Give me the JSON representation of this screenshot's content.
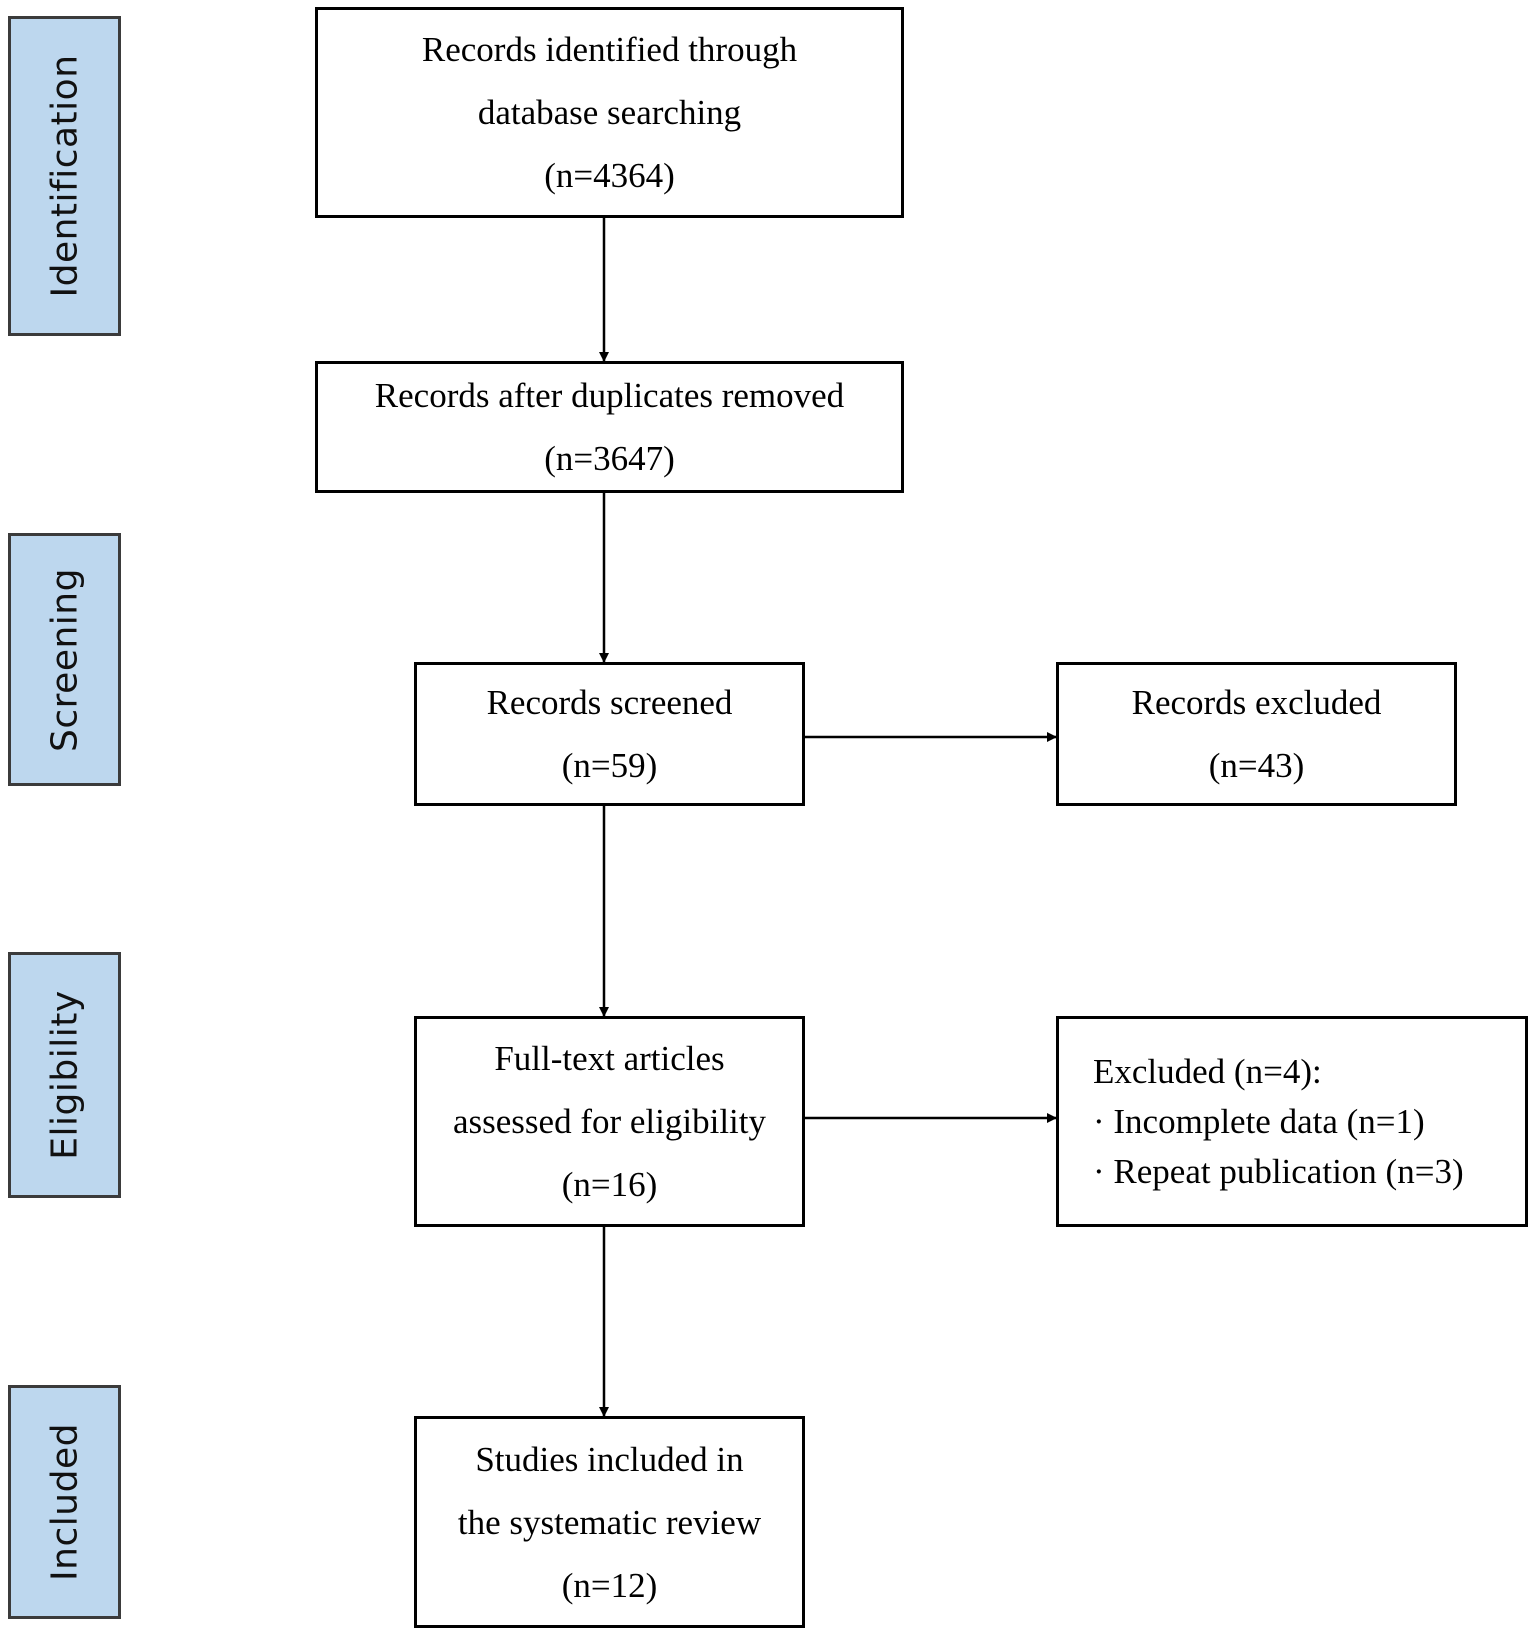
{
  "stages": {
    "identification": "Identification",
    "screening": "Screening",
    "eligibility": "Eligibility",
    "included": "Included"
  },
  "boxes": {
    "identified": {
      "line1": "Records identified through",
      "line2": "database searching",
      "count": "(n=4364)"
    },
    "deduplicated": {
      "line1": "Records after duplicates removed",
      "count": "(n=3647)"
    },
    "screened": {
      "line1": "Records screened",
      "count": "(n=59)"
    },
    "excluded_records": {
      "line1": "Records excluded",
      "count": "(n=43)"
    },
    "full_text": {
      "line1": "Full-text articles",
      "line2": "assessed for eligibility",
      "count": "(n=16)"
    },
    "excluded_full_text": {
      "heading": "Excluded (n=4):",
      "reasons": [
        "· Incomplete data (n=1)",
        "· Repeat publication (n=3)"
      ]
    },
    "included_studies": {
      "line1": "Studies included in",
      "line2": "the systematic review",
      "count": "(n=12)"
    }
  },
  "colors": {
    "stage_fill": "#bdd7ee",
    "stage_border": "#3b3b3b",
    "box_border": "#000000",
    "arrow": "#000000"
  }
}
